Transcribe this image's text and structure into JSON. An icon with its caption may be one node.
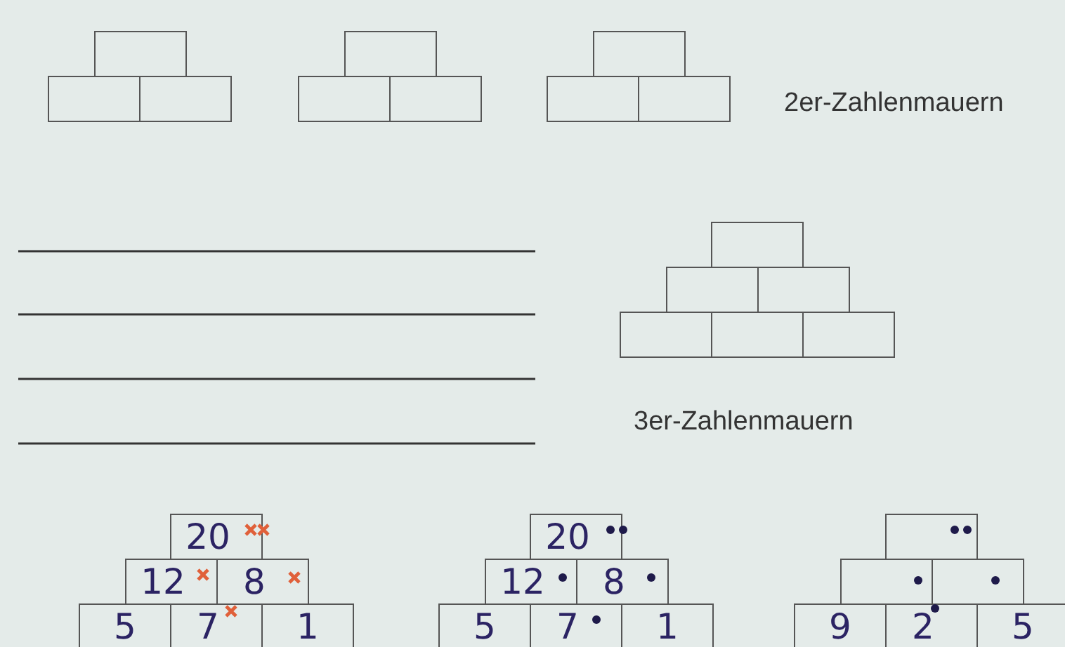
{
  "diagram": {
    "nodes": [
      {
        "text": [],
        "shape": "box"
      },
      {
        "text": [],
        "shape": "box"
      },
      {
        "text": [],
        "shape": "box"
      },
      {
        "text": [],
        "shape": "box"
      },
      {
        "text": [],
        "shape": "box"
      },
      {
        "text": [],
        "shape": "box"
      },
      {
        "text": [],
        "shape": "box"
      },
      {
        "text": [],
        "shape": "box"
      },
      {
        "text": [],
        "shape": "box"
      },
      {
        "text": [],
        "shape": "box"
      },
      {
        "text": [],
        "shape": "box"
      },
      {
        "text": [],
        "shape": "box"
      },
      {
        "text": [],
        "shape": "box"
      },
      {
        "text": [],
        "shape": "box"
      },
      {
        "text": [],
        "shape": "box"
      },
      {
        "text": [
          "20"
        ]
      },
      {
        "text": [
          "12"
        ]
      },
      {
        "text": [
          "8"
        ]
      },
      {
        "text": [
          "5"
        ]
      },
      {
        "text": [
          "7"
        ]
      },
      {
        "text": [
          "1"
        ]
      },
      {
        "text": [
          "20"
        ]
      },
      {
        "text": [
          "12"
        ]
      },
      {
        "text": [
          "8"
        ]
      },
      {
        "text": [
          "5"
        ]
      },
      {
        "text": [
          "7"
        ]
      },
      {
        "text": [
          "1"
        ]
      },
      {
        "text": [],
        "shape": "box"
      },
      {
        "text": [],
        "shape": "box"
      },
      {
        "text": [],
        "shape": "box"
      },
      {
        "text": [
          "9"
        ]
      },
      {
        "text": [
          "2"
        ]
      },
      {
        "text": [
          "5"
        ]
      }
    ],
    "labels": [
      "2er-Zahlenmauern",
      "3er-Zahlenmauern"
    ]
  }
}
